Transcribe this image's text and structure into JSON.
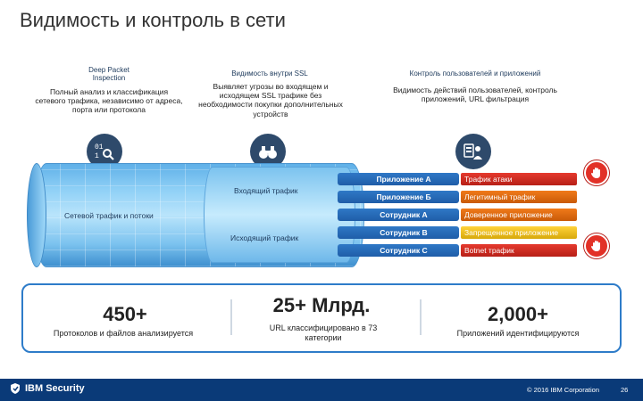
{
  "title": "Видимость и контроль в сети",
  "columns": [
    {
      "heading": "Deep Packet Inspection",
      "description": "Полный анализ и классификация сетевого трафика, независимо от адреса, порта или протокола"
    },
    {
      "heading": "Видимость внутри SSL",
      "description": "Выявляет угрозы во входящем и исходящем SSL трафике без необходимости покупки дополнительных устройств"
    },
    {
      "heading": "Контроль пользователей и приложений",
      "description": "Видимость действий пользователей, контроль приложений, URL фильтрация"
    }
  ],
  "icons": {
    "dpi": "binary-search-icon",
    "ssl": "binoculars-icon",
    "apps": "users-apps-icon",
    "stop": "stop-hand-icon"
  },
  "flow": {
    "network": "Сетевой трафик и потоки",
    "incoming": "Входящий трафик",
    "outgoing": "Исходящий трафик"
  },
  "streams": [
    {
      "label": "Приложение А",
      "tag": "Трафик атаки",
      "tag_color": "#d32a20"
    },
    {
      "label": "Приложение Б",
      "tag": "Легитимный трафик",
      "tag_color": "#e06a10"
    },
    {
      "label": "Сотрудник А",
      "tag": "Доверенное приложение",
      "tag_color": "#e06a10"
    },
    {
      "label": "Сотрудник B",
      "tag": "Запрещенное приложение",
      "tag_color": "#e0b412"
    },
    {
      "label": "Сотрудник C",
      "tag": "Botnet трафик",
      "tag_color": "#d32a20"
    }
  ],
  "stats": [
    {
      "value": "450+",
      "description": "Протоколов и файлов анализируется"
    },
    {
      "value": "25+ Млрд.",
      "description": "URL классифицировано в 73 категории"
    },
    {
      "value": "2,000+",
      "description": "Приложений идентифицируются"
    }
  ],
  "footer": {
    "logo": "IBM Security",
    "copyright": "© 2016 IBM Corporation",
    "page": "26"
  },
  "colors": {
    "accent": "#2e7cc9",
    "footer": "#0a3a78",
    "icon_bg": "#2e4a6b"
  }
}
